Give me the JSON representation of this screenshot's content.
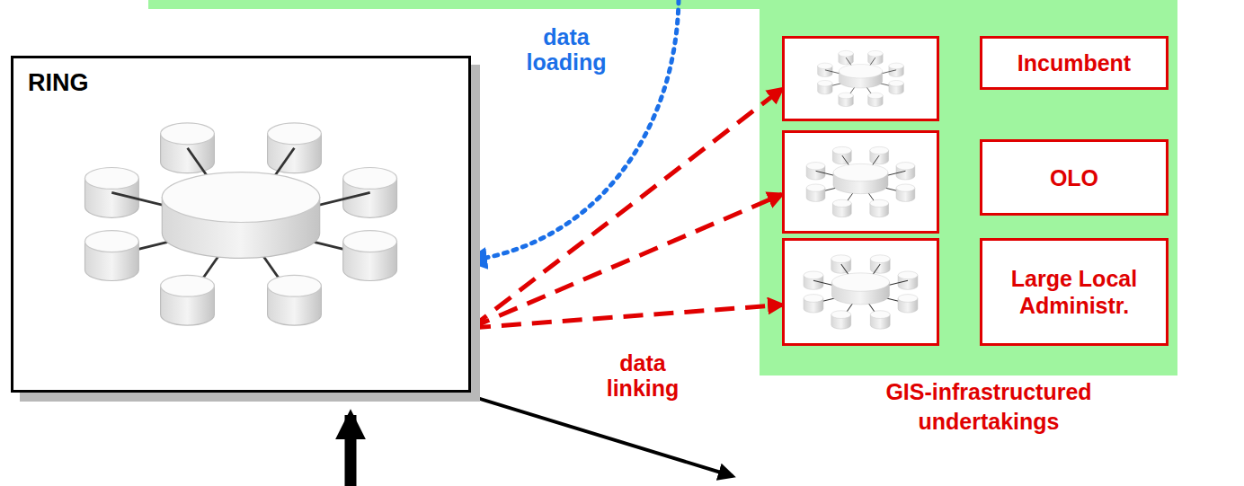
{
  "diagram": {
    "nodes": [
      {
        "text": [
          "RING"
        ]
      },
      {
        "text": [
          "GIS-infrastructured undertakings"
        ]
      },
      {
        "text": [
          "Incumbent"
        ],
        "in": 1
      },
      {
        "text": [
          "OLO"
        ],
        "in": 1
      },
      {
        "text": [
          "Large Local Administr."
        ],
        "in": 1
      }
    ],
    "edges": [
      {
        "from": 0,
        "to": 2,
        "arrow": "to"
      },
      {
        "from": 0,
        "to": 3,
        "arrow": "to"
      },
      {
        "from": 0,
        "to": 4,
        "arrow": "to",
        "label": "data linking"
      }
    ],
    "labels": [
      "data loading"
    ]
  }
}
